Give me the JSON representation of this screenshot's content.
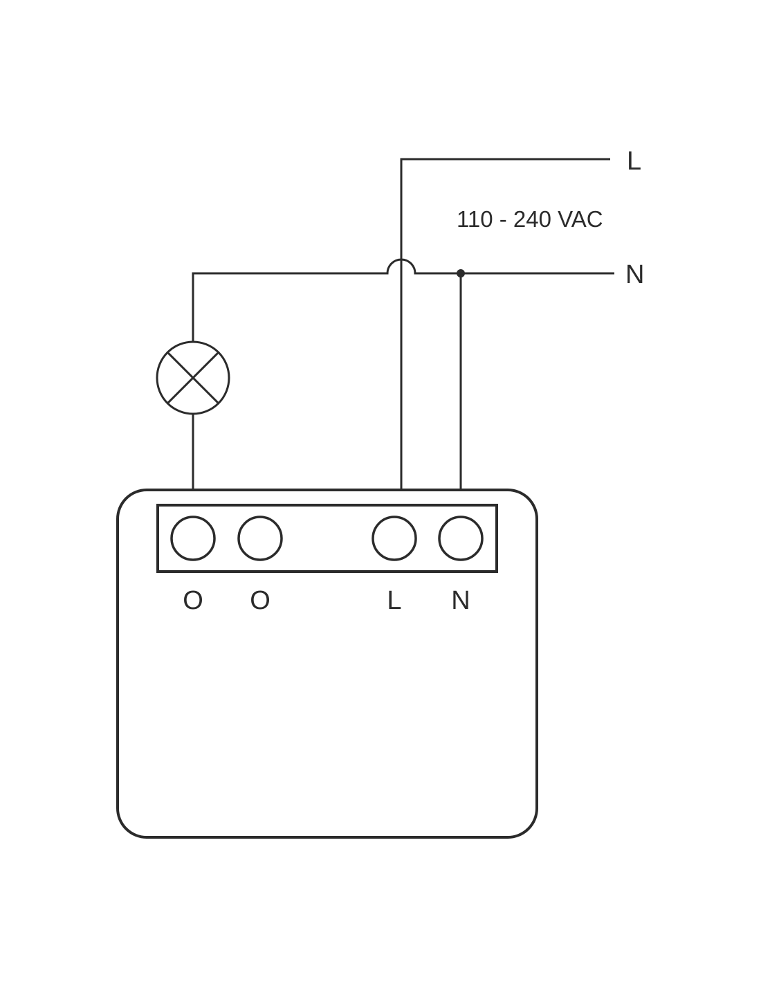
{
  "diagram": {
    "supply": {
      "line_label": "L",
      "neutral_label": "N",
      "voltage": "110 - 240 VAC"
    },
    "device": {
      "terminals": [
        {
          "id": "out1",
          "label": "O"
        },
        {
          "id": "out2",
          "label": "O"
        },
        {
          "id": "line",
          "label": "L"
        },
        {
          "id": "neutral",
          "label": "N"
        }
      ]
    },
    "load": {
      "icon": "lamp-icon"
    },
    "colors": {
      "stroke": "#2b2b2b",
      "background": "#ffffff"
    }
  }
}
